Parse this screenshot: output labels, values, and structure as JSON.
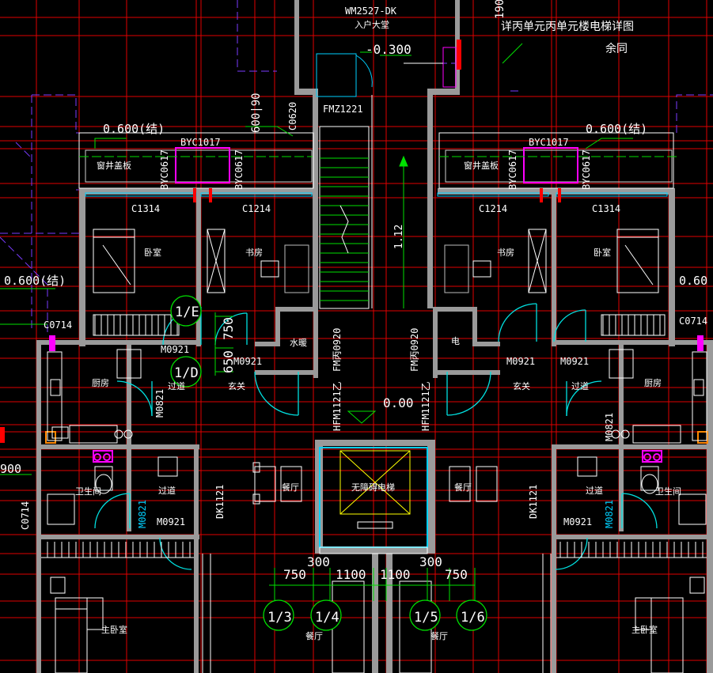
{
  "colors": {
    "background": "#000000",
    "axis": "#e00000",
    "wall": "#9a9a9a",
    "dim": "#00e000",
    "text": "#ffffff",
    "furniture": "#ffffff",
    "door": "#00e0e0",
    "hidden": "#8a2be2",
    "accent": "#ff00ff",
    "hatch": "#00d0ff"
  },
  "top_room": {
    "code": "WM2527-DK",
    "name": "入户大堂"
  },
  "level_top": "-0.300",
  "note": {
    "line1": "详丙单元丙单元楼电梯详图",
    "line2": "余同"
  },
  "partial_num_top": "190",
  "door_fmz": "FMZ1221",
  "left_unit": {
    "level_structure": "0.600(结)",
    "level_dim_v": "600|90",
    "window_c0620": "C0620",
    "window_byc1017": "BYC1017",
    "window_byc0617_a": "BYC0617",
    "window_byc0617_b": "BYC0617",
    "cover": "窗井盖板",
    "window_c1314": "C1314",
    "window_c1214": "C1214",
    "room_bedroom": "卧室",
    "room_study": "书房",
    "axis_1e": "1/E",
    "axis_1d": "1/D",
    "dim_750": "750",
    "dim_650": "650",
    "door_m0921_a": "M0921",
    "door_m0921_b": "M0921",
    "window_c0714": "C0714",
    "room_kitchen": "厨房",
    "room_corridor_a": "过道",
    "room_foyer": "玄关",
    "door_m0821_a": "M0821",
    "room_bath": "卫生间",
    "room_corridor_b": "过道",
    "door_m0921_c": "M0921",
    "door_m0821_b": "M0821",
    "door_dk1121": "DK1121",
    "room_dining": "餐厅",
    "room_master": "主卧室",
    "level_side": "0.600(结)",
    "dim_900": "900",
    "window_c0714_v": "C0714"
  },
  "right_unit": {
    "level_structure": "0.600(结)",
    "window_byc1017": "BYC1017",
    "window_byc0617_a": "BYC0617",
    "window_byc0617_b": "BYC0617",
    "cover": "窗井盖板",
    "window_c1214": "C1214",
    "window_c1314": "C1314",
    "room_study": "书房",
    "room_bedroom": "卧室",
    "room_electric": "电",
    "door_m0921_a": "M0921",
    "door_m0921_b": "M0921",
    "room_foyer": "玄关",
    "room_corridor_a": "过道",
    "room_kitchen": "厨房",
    "window_c0714": "C0714",
    "door_m0821_a": "M0821",
    "room_dining": "餐厅",
    "door_dk1121": "DK1121",
    "room_corridor_b": "过道",
    "room_bath": "卫生间",
    "door_m0921_c": "M0921",
    "door_m0821_b": "M0821",
    "room_master": "主卧室",
    "level_side": "0.60"
  },
  "core": {
    "room_water": "水暖",
    "fire_door_left": "FM丙0920",
    "fire_door_right": "FM丙0920",
    "dim_112": "1.12",
    "level_floor": "0.00",
    "hfm_left": "HFM1121乙",
    "hfm_right": "HFM1121乙",
    "elevator": "无障碍电梯",
    "dims_bottom": [
      "750",
      "300",
      "1100",
      "1100",
      "300",
      "750"
    ],
    "axes_bottom": [
      "1/3",
      "1/4",
      "1/5",
      "1/6"
    ],
    "room_dining_bottom_left": "餐厅",
    "room_dining_bottom_right": "餐厅"
  }
}
